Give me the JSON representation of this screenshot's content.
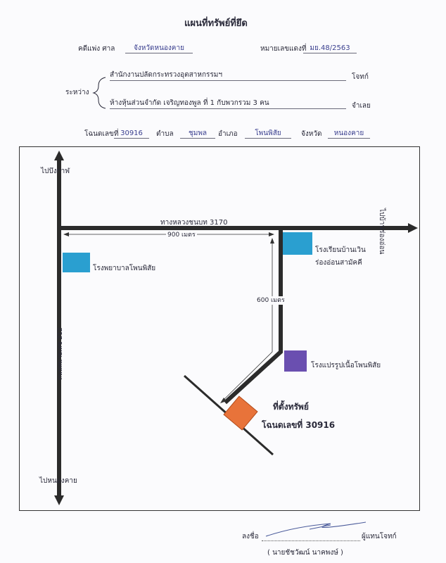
{
  "header": {
    "title": "แผนที่ทรัพย์ที่ยึด",
    "case_label": "คดีแพ่ง ศาล",
    "court": "จังหวัดหนองคาย",
    "case_no_label": "หมายเลขแดงที่",
    "case_no": "มย.48/2563",
    "between_label": "ระหว่าง",
    "plaintiff": "สำนักงานปลัดกระทรวงอุตสาหกรรมฯ",
    "plaintiff_role": "โจทก์",
    "defendant": "ห้างหุ้นส่วนจำกัด เจริญทองพูล ที่ 1 กับพวกรวม 3 คน",
    "defendant_role": "จำเลย",
    "deed_label": "โฉนดเลขที่",
    "deed_no": "30916",
    "subdistrict_label": "ตำบล",
    "subdistrict": "ชุมพล",
    "district_label": "อำเภอ",
    "district": "โพนพิสัย",
    "province_label": "จังหวัด",
    "province": "หนองคาย"
  },
  "map": {
    "to_top": "ไปบึงกาฬ",
    "to_bottom": "ไปหนองคาย",
    "to_right": "ไปบ้านร่องอ่อน",
    "highway_3170": "ทางหลวงชนบท 3170",
    "highway_212": "ถนนหมายเลข 212",
    "dist_900": "900 เมตร",
    "dist_600": "600 เมตร",
    "hospital": "โรงพยาบาลโพนพิสัย",
    "school_line1": "โรงเรียนบ้านเวิน",
    "school_line2": "ร่องอ่อนสามัคคี",
    "factory": "โรงแปรรูปเนื้อโพนพิสัย",
    "property_line1": "ที่ตั้งทรัพย์",
    "property_line2": "โฉนดเลขที่ 30916",
    "colors": {
      "hospital": "#2a9fd0",
      "school": "#2a9fd0",
      "factory": "#6a4fb0",
      "property": "#e8733a"
    }
  },
  "signature": {
    "sign_label": "ลงชื่อ",
    "role": "ผู้แทนโจทก์",
    "name": "( นายชัชวัฒน์ นาคพงษ์ )"
  }
}
